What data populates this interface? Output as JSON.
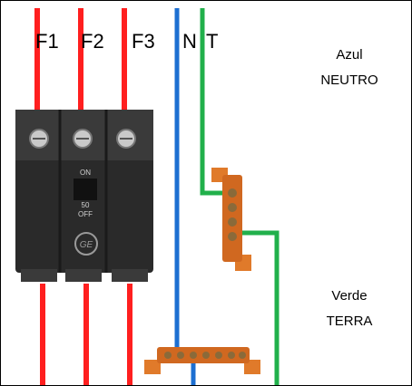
{
  "labels": {
    "phase_1": "F1",
    "phase_2": "F2",
    "phase_3": "F3",
    "neutral": "N",
    "earth": "T",
    "neutral_color_name": "Azul",
    "neutral_name": "NEUTRO",
    "earth_color_name": "Verde",
    "earth_name": "TERRA"
  },
  "breaker": {
    "state_on": "ON",
    "rating": "50",
    "state_off": "OFF",
    "brand": "GE"
  },
  "colors": {
    "phase_wire": "#ff1f1f",
    "neutral_wire": "#1d6fd1",
    "earth_wire": "#21b04b",
    "breaker_body": "#2a2a2a",
    "terminal_bar": "#e07a2a",
    "background": "#ffffff",
    "border": "#000000"
  }
}
